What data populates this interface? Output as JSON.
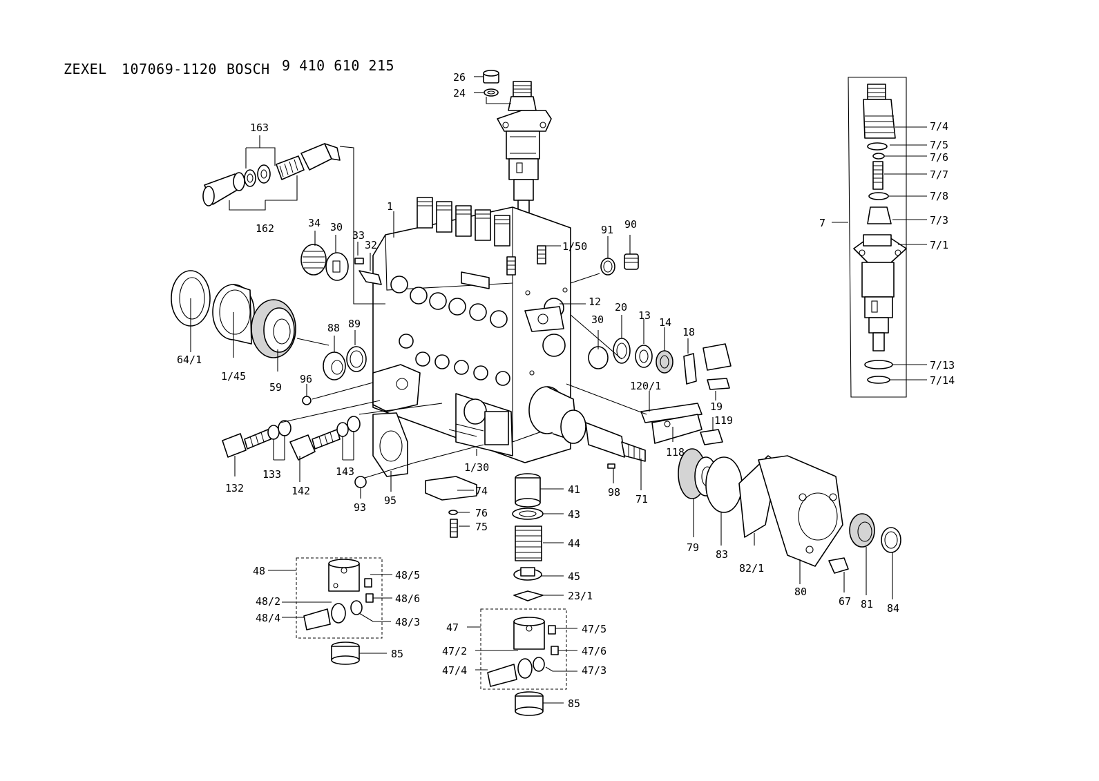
{
  "header": {
    "brand1": "ZEXEL",
    "part1": "107069-1120",
    "brand2": "BOSCH",
    "part2": "9 410 610 215"
  },
  "callouts": [
    "26",
    "24",
    "163",
    "162",
    "34",
    "30",
    "33",
    "32",
    "1",
    "1/50",
    "91",
    "90",
    "7/4",
    "7/5",
    "7/6",
    "7/7",
    "7/8",
    "7",
    "7/3",
    "7/1",
    "7/13",
    "7/14",
    "12",
    "64/1",
    "1/45",
    "59",
    "88",
    "89",
    "30",
    "20",
    "13",
    "14",
    "18",
    "96",
    "120/1",
    "19",
    "119",
    "118",
    "132",
    "133",
    "142",
    "143",
    "93",
    "95",
    "1/30",
    "74",
    "76",
    "75",
    "41",
    "43",
    "44",
    "45",
    "23/1",
    "98",
    "71",
    "79",
    "83",
    "82/1",
    "80",
    "67",
    "81",
    "84",
    "48",
    "48/5",
    "48/6",
    "48/2",
    "48/4",
    "48/3",
    "85",
    "47",
    "47/5",
    "47/6",
    "47/2",
    "47/4",
    "47/3",
    "85"
  ]
}
